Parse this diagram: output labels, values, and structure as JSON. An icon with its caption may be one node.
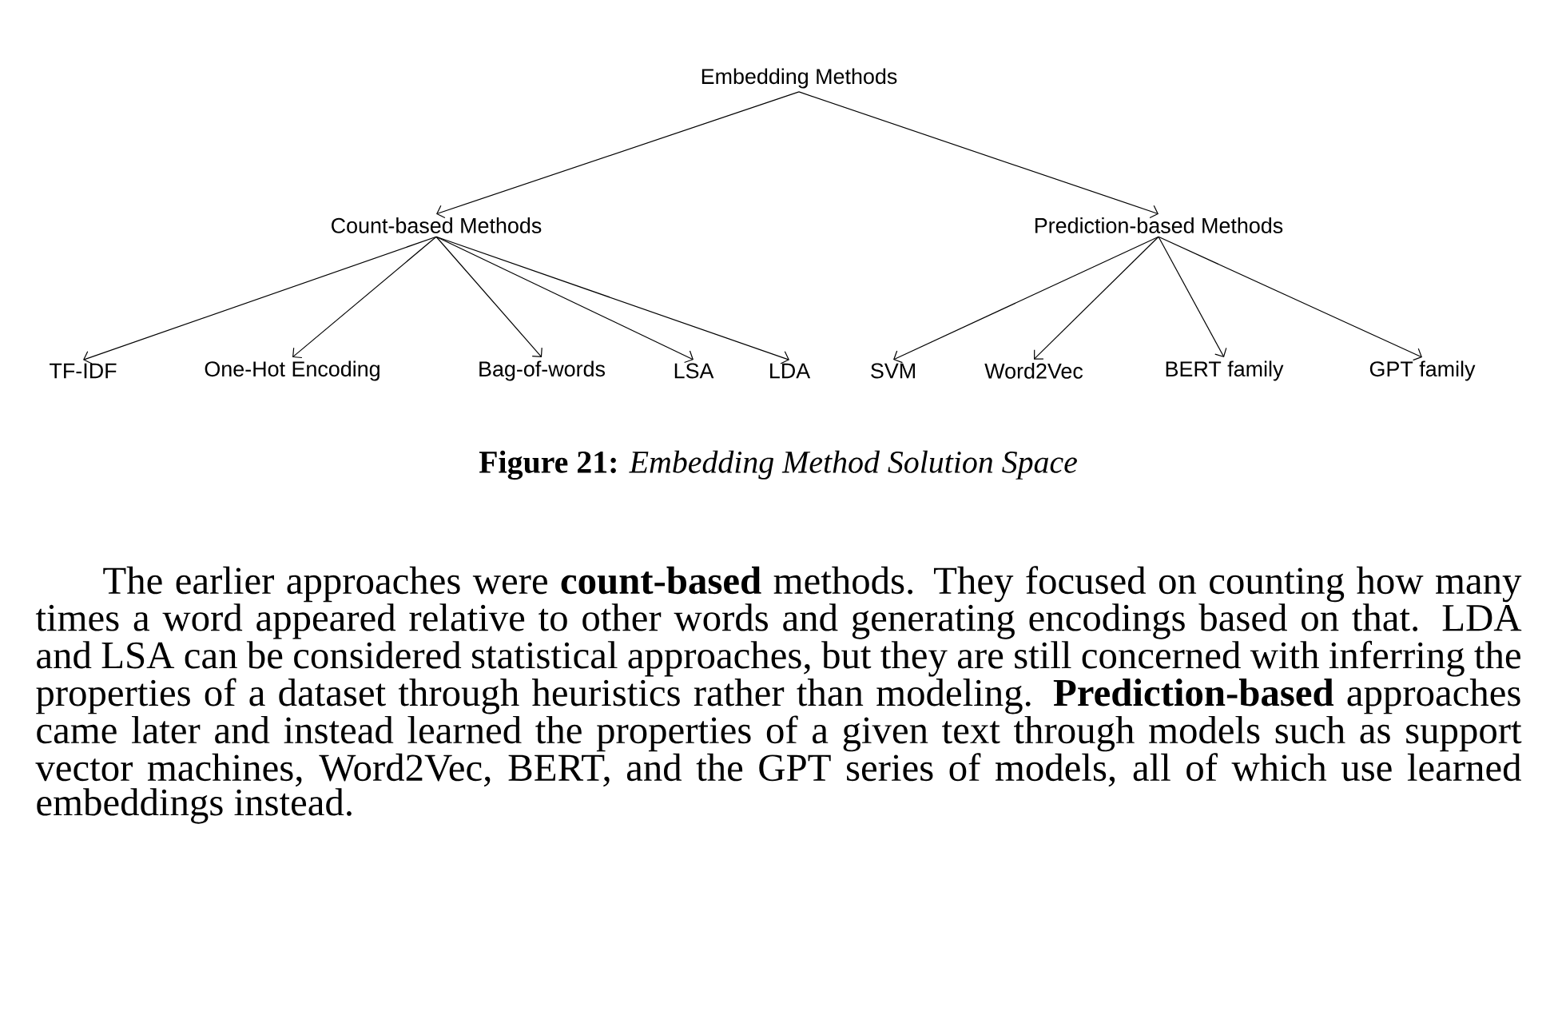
{
  "diagram": {
    "caption": "**Figure 21:** *Embedding Method Solution Space*",
    "nodes": [
      {
        "text": [
          "Embedding Methods"
        ]
      },
      {
        "text": [
          "Count-based Methods"
        ]
      },
      {
        "text": [
          "Prediction-based Methods"
        ]
      },
      {
        "text": [
          "TF-IDF"
        ]
      },
      {
        "text": [
          "One-Hot Encoding"
        ]
      },
      {
        "text": [
          "Bag-of-words"
        ]
      },
      {
        "text": [
          "LSA"
        ]
      },
      {
        "text": [
          "LDA"
        ]
      },
      {
        "text": [
          "SVM"
        ]
      },
      {
        "text": [
          "Word2Vec"
        ]
      },
      {
        "text": [
          "BERT family"
        ]
      },
      {
        "text": [
          "GPT family"
        ]
      }
    ],
    "edges": [
      {
        "from": 0,
        "to": 1,
        "arrow": "to"
      },
      {
        "from": 0,
        "to": 2,
        "arrow": "to"
      },
      {
        "from": 1,
        "to": 3,
        "arrow": "to"
      },
      {
        "from": 1,
        "to": 4,
        "arrow": "to"
      },
      {
        "from": 1,
        "to": 5,
        "arrow": "to"
      },
      {
        "from": 1,
        "to": 6,
        "arrow": "to"
      },
      {
        "from": 1,
        "to": 7,
        "arrow": "to"
      },
      {
        "from": 2,
        "to": 8,
        "arrow": "to"
      },
      {
        "from": 2,
        "to": 9,
        "arrow": "to"
      },
      {
        "from": 2,
        "to": 10,
        "arrow": "to"
      },
      {
        "from": 2,
        "to": 11,
        "arrow": "to"
      }
    ],
    "labels": [
      "The earlier approaches were **count-based** methods. They focused on counting how many times a word appeared relative to other words and generating encodings based on that. LDA and LSA can be considered statistical approaches, but they are still concerned with inferring the properties of a dataset through heuristics rather than modeling. **Prediction-based** approaches came later and instead learned the properties of a given text through models such as support vector machines, Word2Vec, BERT, and the GPT series of models, all of which use learned embeddings instead."
    ]
  }
}
